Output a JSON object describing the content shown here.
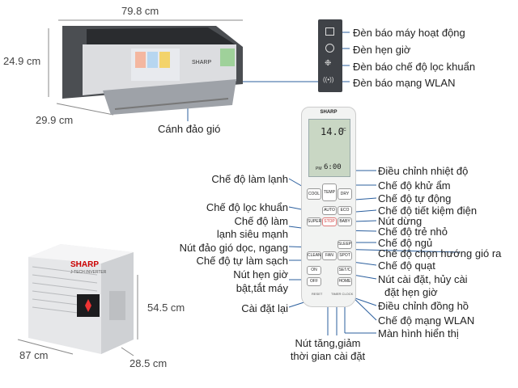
{
  "indoor_unit": {
    "width": "79.8 cm",
    "height": "24.9 cm",
    "depth": "29.9 cm",
    "louver_label": "Cánh đảo gió",
    "brand": "SHARP"
  },
  "indicator_panel": {
    "labels": [
      "Đèn báo máy hoạt động",
      "Đèn hẹn giờ",
      "Đèn báo chế độ lọc khuẩn",
      "Đèn báo mạng WLAN"
    ],
    "icons": [
      "power-indicator-icon",
      "clock-icon",
      "plasmacluster-icon",
      "wlan-icon"
    ]
  },
  "remote": {
    "brand": "SHARP",
    "display_temp": "14.0",
    "display_unit": "°C",
    "display_time": "6:00",
    "display_pm": "PM",
    "buttons": {
      "cool": "COOL",
      "temp": "TEMP",
      "dry": "DRY",
      "auto": "AUTO",
      "eco": "ECO",
      "stop": "STOP",
      "super": "SUPER",
      "baby": "BABY",
      "sleep": "SLEEP",
      "clean": "CLEAN",
      "fan": "FAN",
      "spot": "SPOT",
      "on": "ON",
      "off": "OFF",
      "set": "SET/C",
      "home": "HOME",
      "reset": "RESET",
      "timer_clock": "TIMER CLOCK"
    }
  },
  "remote_labels_left": [
    "Chế độ làm lạnh",
    "Chế độ lọc khuẩn",
    "Chế độ làm",
    "lạnh siêu mạnh",
    "Nút đảo gió dọc, ngang",
    "Chế độ tự làm sạch",
    "Nút hẹn giờ",
    "bật,tắt máy",
    "Cài đặt lại"
  ],
  "remote_labels_right": [
    "Điều chỉnh nhiệt độ",
    "Chế độ khử ẩm",
    "Chế độ tự động",
    "Chế độ tiết kiệm điện",
    "Nút dừng",
    "Chế độ trẻ nhỏ",
    "Chế độ ngủ",
    "Chế độ chọn hướng gió ra",
    "Chế độ quạt",
    "Nút cài đặt, hủy cài",
    "đặt hẹn giờ",
    "Điều chỉnh đồng hồ",
    "Chế độ mạng WLAN",
    "Màn hình hiển thị"
  ],
  "remote_labels_bottom": [
    "Nút tăng,giảm",
    "thời gian cài đặt"
  ],
  "outdoor_unit": {
    "width": "87 cm",
    "height": "54.5 cm",
    "depth": "28.5 cm",
    "brand": "SHARP",
    "sublogo": "J-TECH INVERTER"
  },
  "colors": {
    "line": "#2b5f9e",
    "remote_body": "#f2f3f2",
    "lcd": "#c9d7c4"
  }
}
